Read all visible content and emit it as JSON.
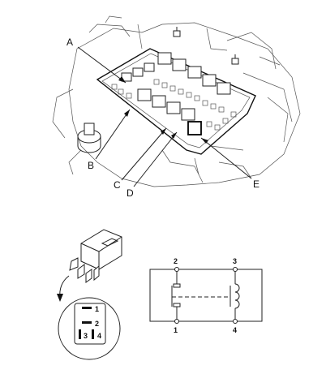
{
  "engine_bay": {
    "callouts": [
      "A",
      "B",
      "C",
      "D",
      "E"
    ]
  },
  "relay_connector": {
    "terminals": [
      "1",
      "2",
      "3",
      "4"
    ]
  },
  "schematic": {
    "terminals": {
      "t1": "1",
      "t2": "2",
      "t3": "3",
      "t4": "4"
    }
  }
}
